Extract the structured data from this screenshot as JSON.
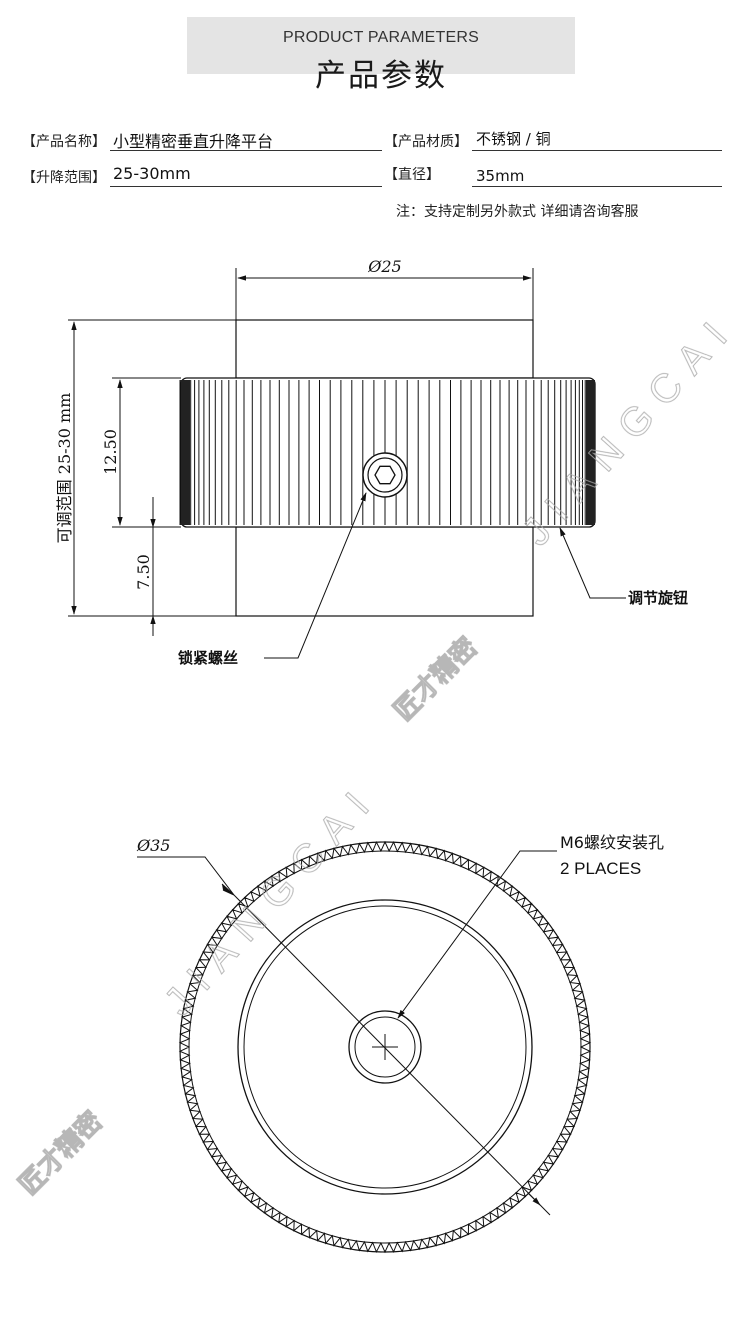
{
  "header": {
    "title_en": "PRODUCT PARAMETERS",
    "title_cn": "产品参数"
  },
  "params": {
    "name_label": "【产品名称】",
    "name_value": "小型精密垂直升降平台",
    "material_label": "【产品材质】",
    "material_value": "不锈钢 / 铜",
    "range_label": "【升降范围】",
    "range_value": "25-30mm",
    "diameter_label": "【直径】",
    "diameter_value": "35mm",
    "note": "注：支持定制另外款式 详细请咨询客服"
  },
  "side_view": {
    "dim_top": "Ø25",
    "dim_range": "可调范围 25-30 mm",
    "dim_knob_height": "12.50",
    "dim_lower": "7.50",
    "label_knob": "调节旋钮",
    "label_screw": "锁紧螺丝"
  },
  "top_view": {
    "dim_diameter": "Ø35",
    "label_hole_line1": "M6螺纹安装孔",
    "label_hole_line2": "2 PLACES"
  },
  "watermark": {
    "text_en": "JIANGCAI",
    "text_cn": "匠才精密"
  },
  "colors": {
    "banner_bg": "#e4e4e4",
    "line": "#111111",
    "watermark": "#aaaaaa"
  }
}
